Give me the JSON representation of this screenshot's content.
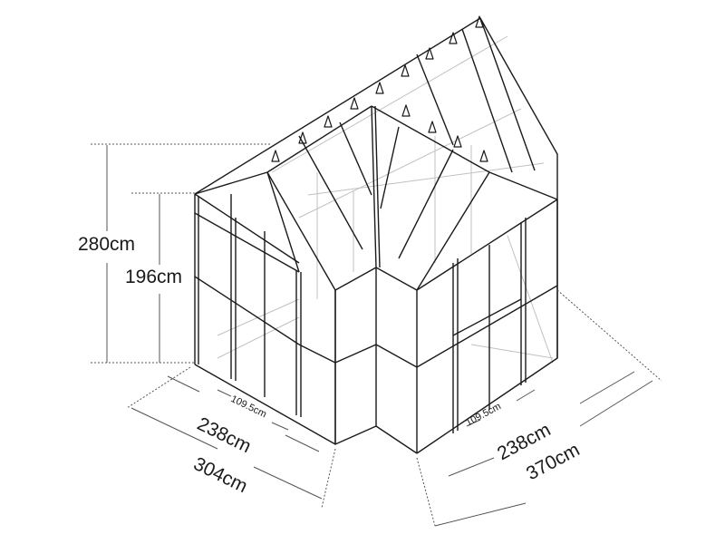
{
  "diagram": {
    "subject": "Greenhouse dimension drawing",
    "dimensions": {
      "total_height": "280cm",
      "eave_height": "196cm",
      "left_door_width": "109.5cm",
      "left_wall_length": "238cm",
      "left_total_length": "304cm",
      "right_door_width": "109.5cm",
      "right_wall_length": "238cm",
      "right_total_length": "370cm"
    },
    "colors": {
      "line": "#1a1a1a",
      "hidden_line": "#b8b8b8",
      "dim_line": "#333333"
    }
  }
}
